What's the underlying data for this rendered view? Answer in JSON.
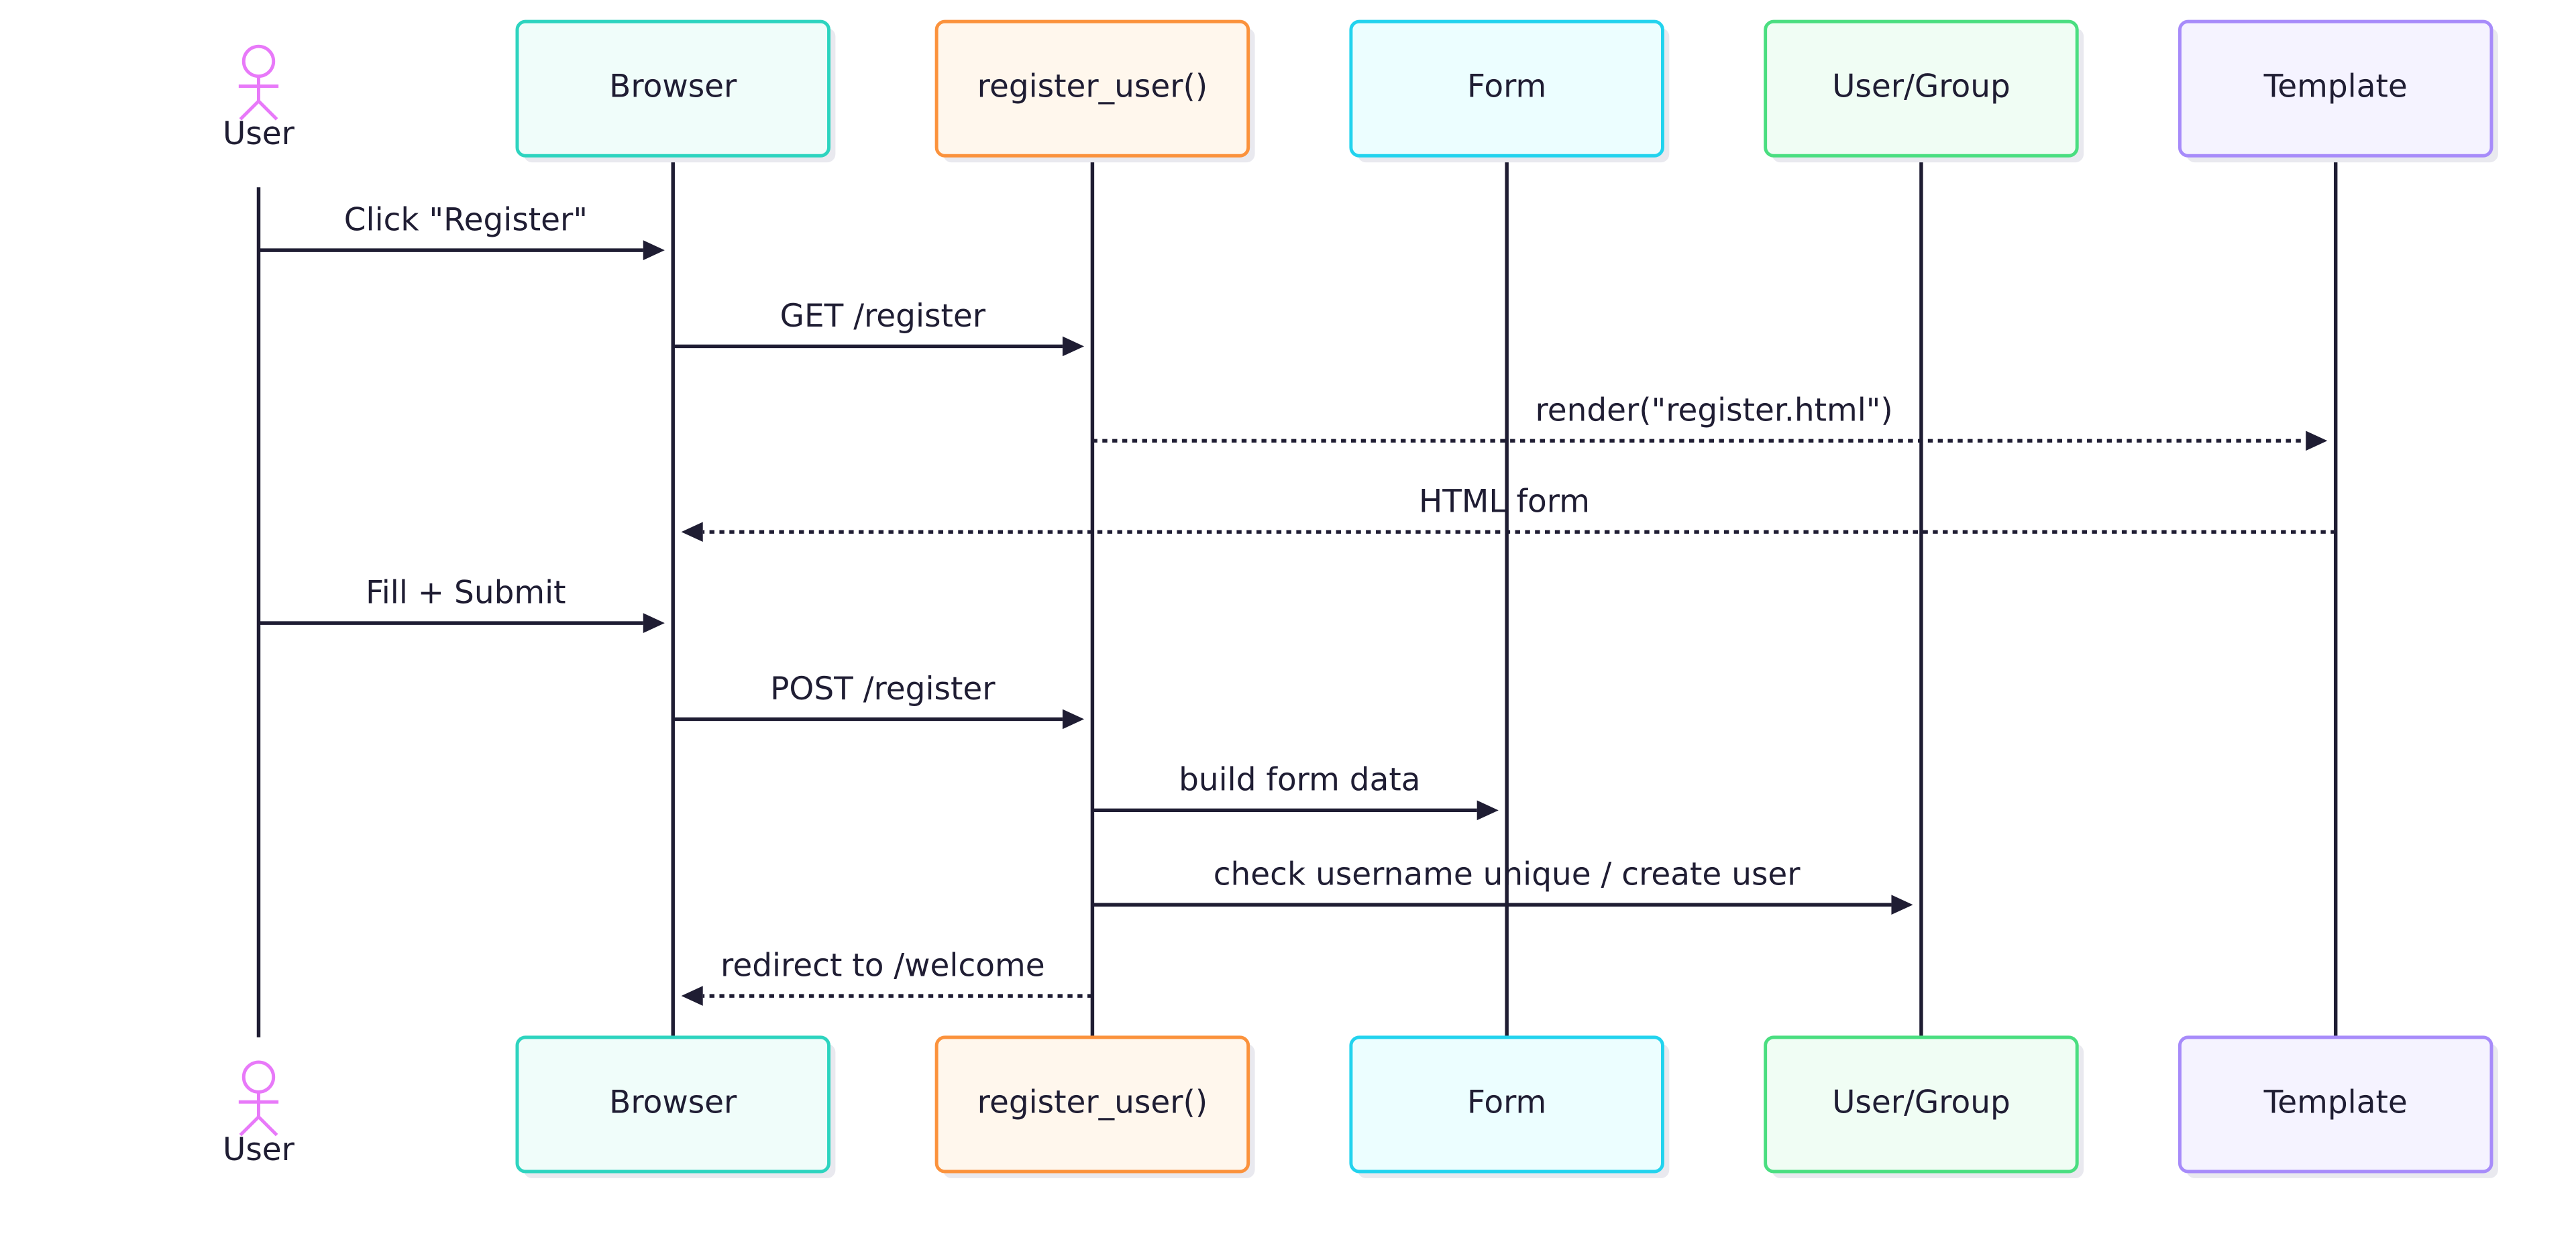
{
  "diagram": {
    "type": "sequence",
    "colors": {
      "text": "#1f1d33",
      "line": "#1f1d33",
      "actor": "#e879f9",
      "shadow": "#e9e9ef"
    },
    "participants": [
      {
        "id": "user",
        "label": "User",
        "kind": "actor",
        "icon": "stick-figure-icon"
      },
      {
        "id": "browser",
        "label": "Browser",
        "kind": "box",
        "stroke": "#2dd4bf",
        "fill": "#f0fdfa"
      },
      {
        "id": "register",
        "label": "register_user()",
        "kind": "box",
        "stroke": "#fb923c",
        "fill": "#fff7ed"
      },
      {
        "id": "form",
        "label": "Form",
        "kind": "box",
        "stroke": "#22d3ee",
        "fill": "#ecfeff"
      },
      {
        "id": "usergroup",
        "label": "User/Group",
        "kind": "box",
        "stroke": "#4ade80",
        "fill": "#f0fdf4"
      },
      {
        "id": "template",
        "label": "Template",
        "kind": "box",
        "stroke": "#a78bfa",
        "fill": "#f5f3ff"
      }
    ],
    "messages": [
      {
        "from": "user",
        "to": "browser",
        "label": "Click \"Register\"",
        "style": "solid"
      },
      {
        "from": "browser",
        "to": "register",
        "label": "GET /register",
        "style": "solid"
      },
      {
        "from": "register",
        "to": "template",
        "label": "render(\"register.html\")",
        "style": "dotted"
      },
      {
        "from": "template",
        "to": "browser",
        "label": "HTML form",
        "style": "dotted"
      },
      {
        "from": "user",
        "to": "browser",
        "label": "Fill + Submit",
        "style": "solid"
      },
      {
        "from": "browser",
        "to": "register",
        "label": "POST /register",
        "style": "solid"
      },
      {
        "from": "register",
        "to": "form",
        "label": "build form data",
        "style": "solid"
      },
      {
        "from": "register",
        "to": "usergroup",
        "label": "check username unique / create user",
        "style": "solid"
      },
      {
        "from": "register",
        "to": "browser",
        "label": "redirect to /welcome",
        "style": "dotted"
      }
    ]
  }
}
